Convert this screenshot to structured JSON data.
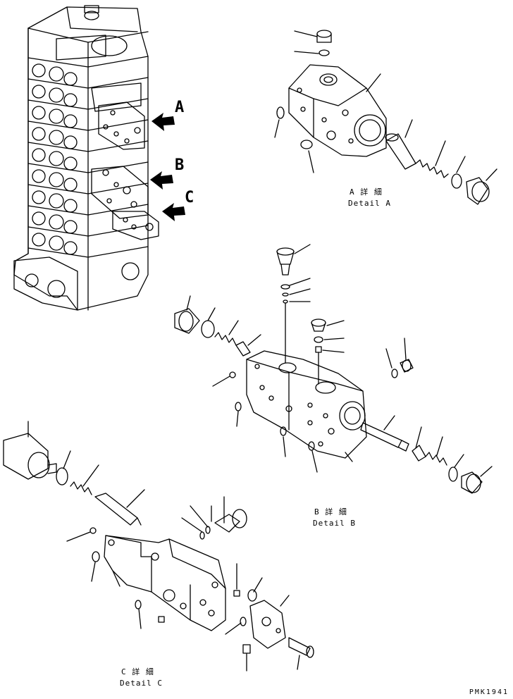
{
  "arrows": {
    "a": "A",
    "b": "B",
    "c": "C"
  },
  "details": {
    "a": {
      "jp": "A 詳 細",
      "en": "Detail A"
    },
    "b": {
      "jp": "B 詳 細",
      "en": "Detail B"
    },
    "c": {
      "jp": "C 詳 細",
      "en": "Detail C"
    }
  },
  "drawing_code": "PMK1941"
}
